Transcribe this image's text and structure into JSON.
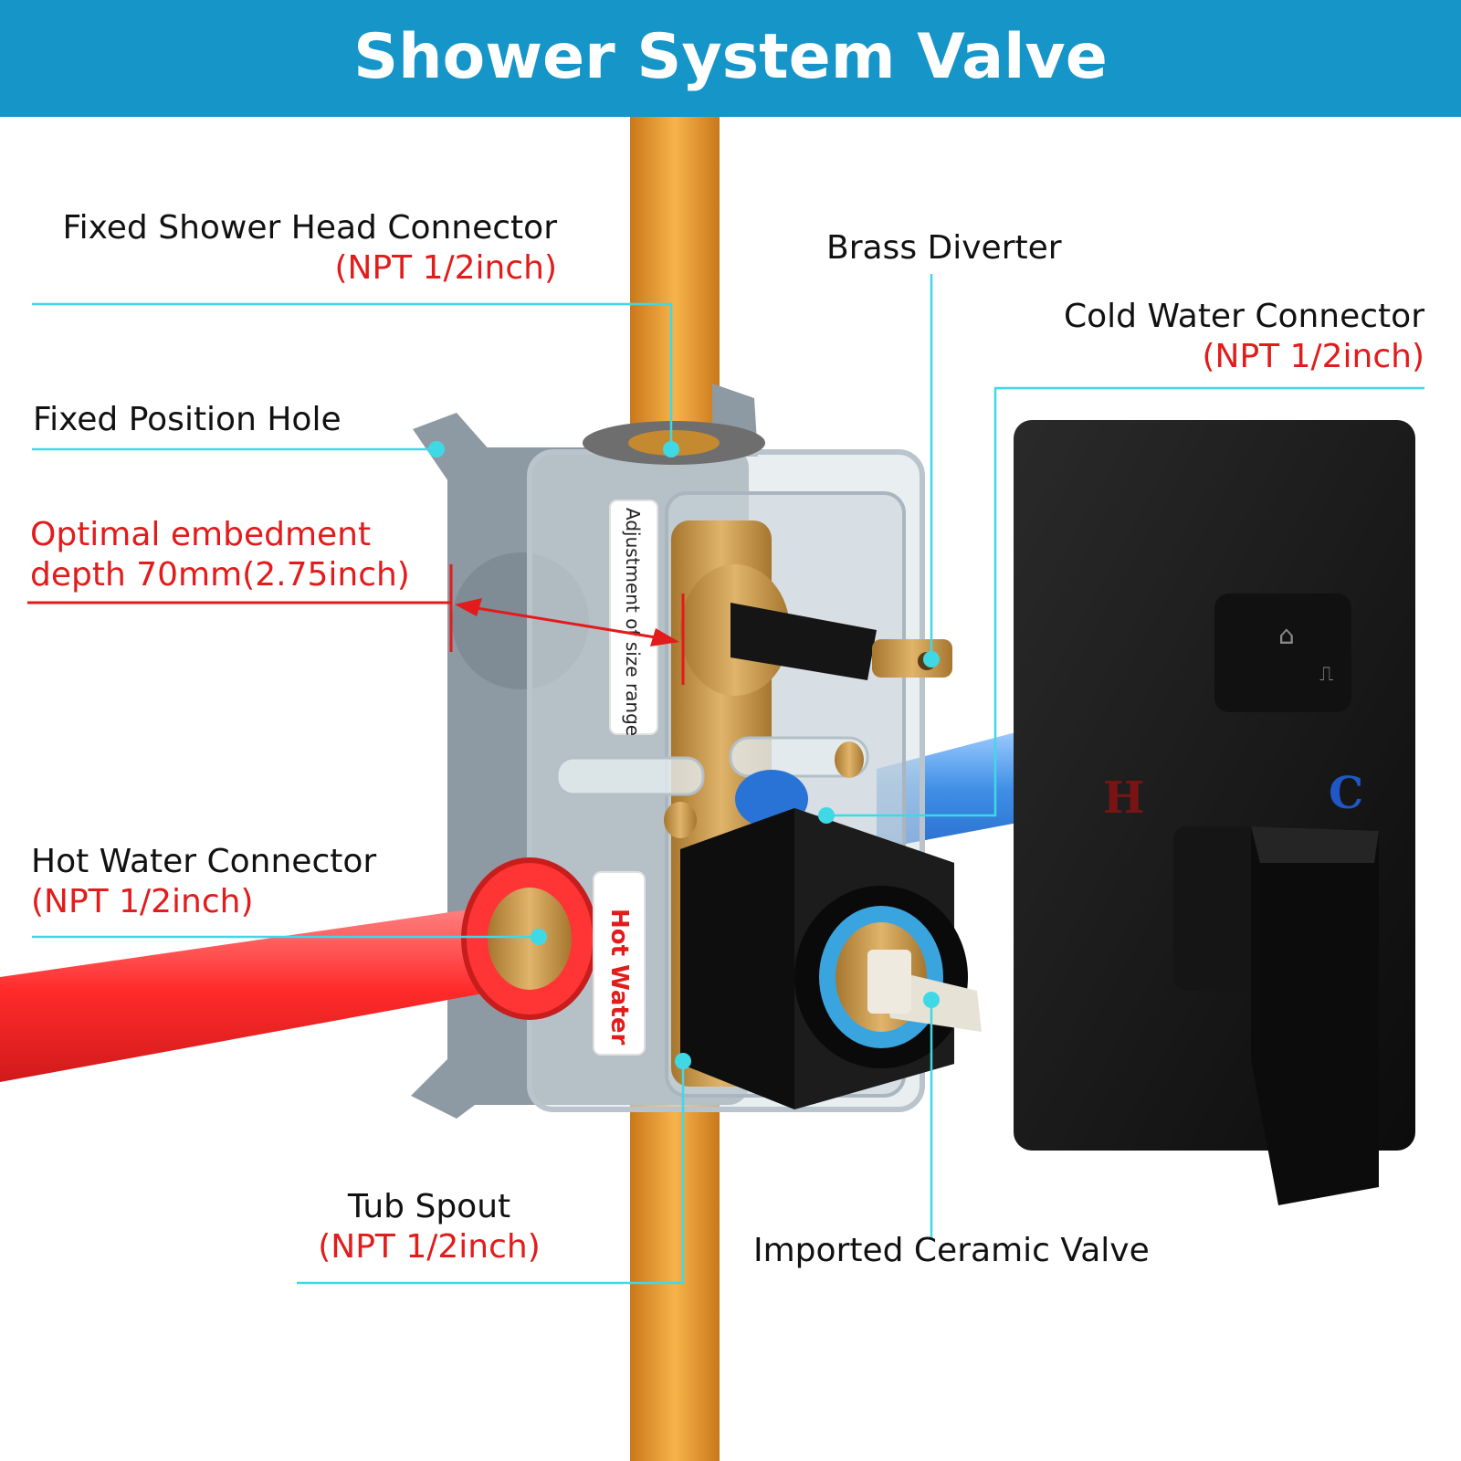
{
  "title": "Shower System Valve",
  "colors": {
    "header": "#1595c8",
    "leader": "#3fd9e6",
    "red_text": "#e21b1b",
    "hot_pipe": "#f0383a",
    "cold_pipe": "#3f8fe6",
    "supply_pipe": "#f0a12e",
    "box_grey": "#8d9aa3",
    "brass": "#c9974c",
    "black": "#111111"
  },
  "labels": {
    "shower_head": {
      "title": "Fixed Shower Head Connector",
      "spec": "(NPT 1/2inch)"
    },
    "brass_diverter": {
      "title": "Brass Diverter"
    },
    "cold_water": {
      "title": "Cold Water Connector",
      "spec": "(NPT 1/2inch)"
    },
    "fixed_hole": {
      "title": "Fixed Position Hole"
    },
    "embedment": {
      "line1": "Optimal embedment",
      "line2": "depth 70mm(2.75inch)"
    },
    "hot_water": {
      "title": "Hot Water Connector",
      "spec": "(NPT 1/2inch)"
    },
    "tub_spout": {
      "title": "Tub Spout",
      "spec": "(NPT 1/2inch)"
    },
    "ceramic_valve": {
      "title": "Imported Ceramic Valve"
    }
  },
  "box_stickers": {
    "size_range": "Adjustment of size range",
    "hot": "Hot Water"
  },
  "trim_plate": {
    "hot_mark": "H",
    "cold_mark": "C"
  }
}
